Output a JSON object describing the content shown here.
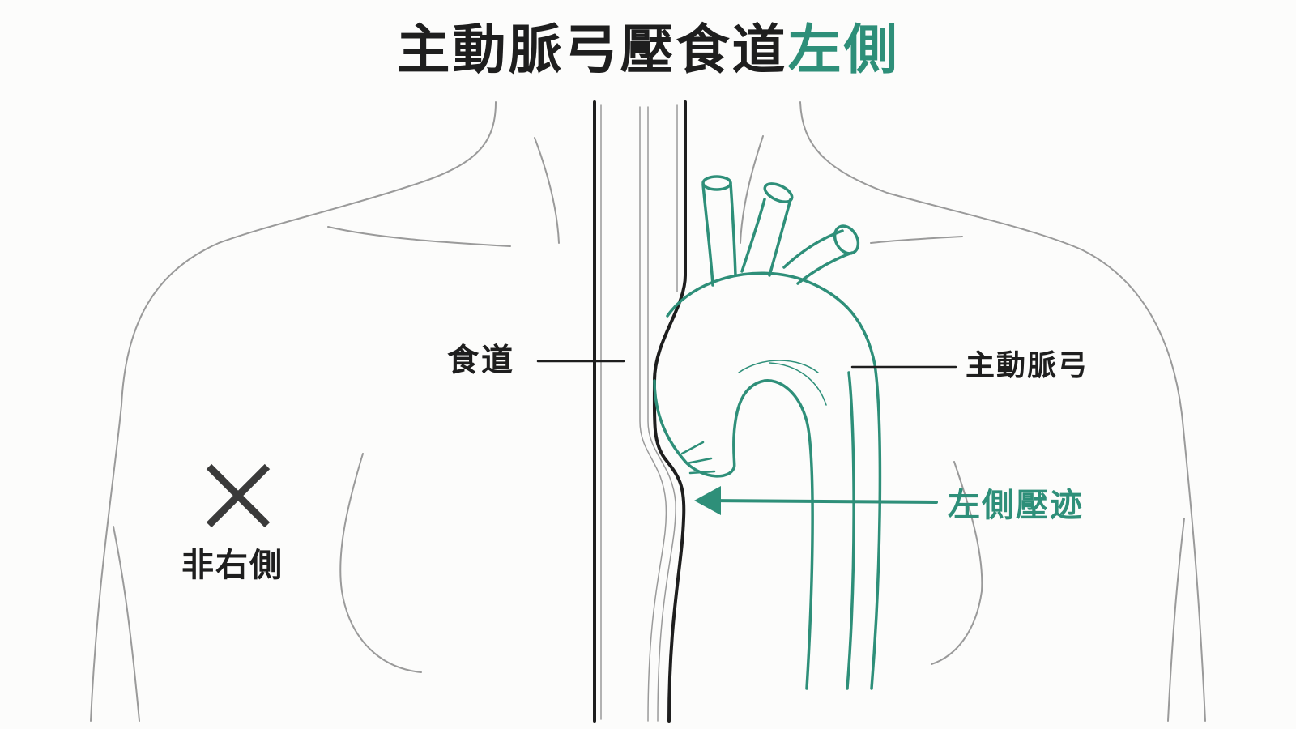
{
  "title": {
    "main": "主動脈弓壓食道",
    "accent": "左側"
  },
  "labels": {
    "esophagus": "食道",
    "aortic_arch": "主動脈弓",
    "left_impression": "左側壓迹",
    "not_right": "非右側"
  },
  "icons": {
    "cross": "cross-mark-icon",
    "arrow": "arrow-left-icon"
  },
  "colors": {
    "accent": "#2e8f79",
    "ink": "#1e1e1e",
    "body_outline": "#9a9a9a",
    "background": "#fcfcfb"
  }
}
